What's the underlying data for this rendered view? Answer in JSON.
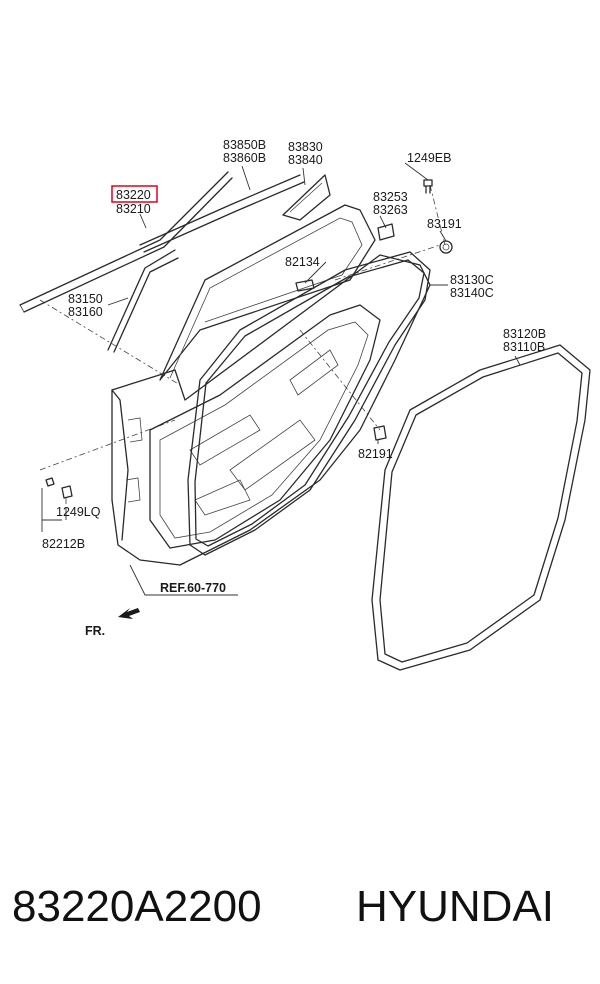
{
  "diagram": {
    "labels": {
      "p83850B": "83850B",
      "p83860B": "83860B",
      "p83830": "83830",
      "p83840": "83840",
      "p1249EB": "1249EB",
      "p83220": "83220",
      "p83210": "83210",
      "p83253": "83253",
      "p83263": "83263",
      "p83191": "83191",
      "p82134": "82134",
      "p83130C": "83130C",
      "p83140C": "83140C",
      "p83150": "83150",
      "p83160": "83160",
      "p83120B": "83120B",
      "p83110B": "83110B",
      "p82191": "82191",
      "p1249LQ": "1249LQ",
      "p82212B": "82212B",
      "ref": "REF.60-770",
      "fr": "FR."
    },
    "highlight_color": "#e0001b"
  },
  "caption": {
    "part_number": "83220A2200",
    "brand": "HYUNDAI"
  }
}
